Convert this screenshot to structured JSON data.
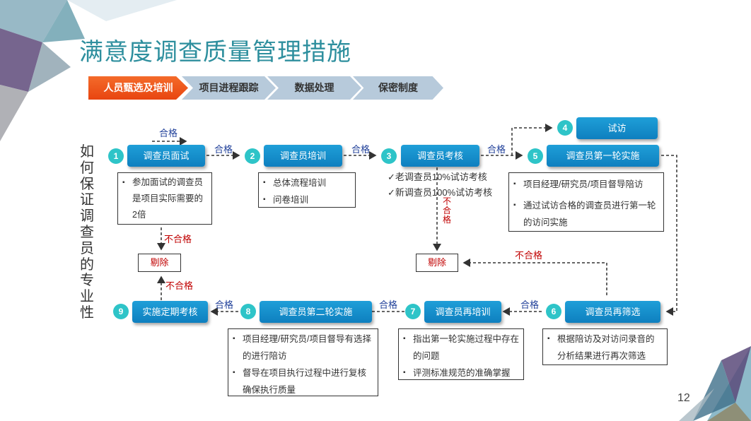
{
  "title": "满意度调查质量管理措施",
  "tabs": [
    {
      "label": "人员甄选及培训",
      "active": true
    },
    {
      "label": "项目进程跟踪",
      "active": false
    },
    {
      "label": "数据处理",
      "active": false
    },
    {
      "label": "保密制度",
      "active": false
    }
  ],
  "side_text": "如何保证调查员的专业性",
  "steps": [
    {
      "num": "1",
      "label": "调查员面试"
    },
    {
      "num": "2",
      "label": "调查员培训"
    },
    {
      "num": "3",
      "label": "调查员考核"
    },
    {
      "num": "4",
      "label": "试访"
    },
    {
      "num": "5",
      "label": "调查员第一轮实施"
    },
    {
      "num": "6",
      "label": "调查员再筛选"
    },
    {
      "num": "7",
      "label": "调查员再培训"
    },
    {
      "num": "8",
      "label": "调查员第二轮实施"
    },
    {
      "num": "9",
      "label": "实施定期考核"
    }
  ],
  "details": {
    "s1": [
      "参加面试的调查员是项目实际需要的2倍"
    ],
    "s2": [
      "总体流程培训",
      "问卷培训"
    ],
    "s3": [
      "✓老调查员10%试访考核",
      "✓新调查员100%试访考核"
    ],
    "s5": [
      "项目经理/研究员/项目督导陪访",
      "通过试访合格的调查员进行第一轮的访问实施"
    ],
    "s6": [
      "根据陪访及对访问录音的分析结果进行再次筛选"
    ],
    "s7": [
      "指出第一轮实施过程中存在的问题",
      "评测标准规范的准确掌握"
    ],
    "s8": [
      "项目经理/研究员/项目督导有选择的进行陪访",
      "督导在项目执行过程中进行复核确保执行质量"
    ]
  },
  "labels": {
    "pass": "合格",
    "fail": "不合格",
    "fail_vertical": "不\n合\n格",
    "remove": "剔除"
  },
  "page_number": "12",
  "colors": {
    "title": "#2e8f9e",
    "node": "#1592cf",
    "badge": "#2ec4c8",
    "active_tab": "#ef5a1c",
    "inactive_tab": "#b7cadb",
    "pass_text": "#1f3f99",
    "fail_text": "#c00000"
  }
}
